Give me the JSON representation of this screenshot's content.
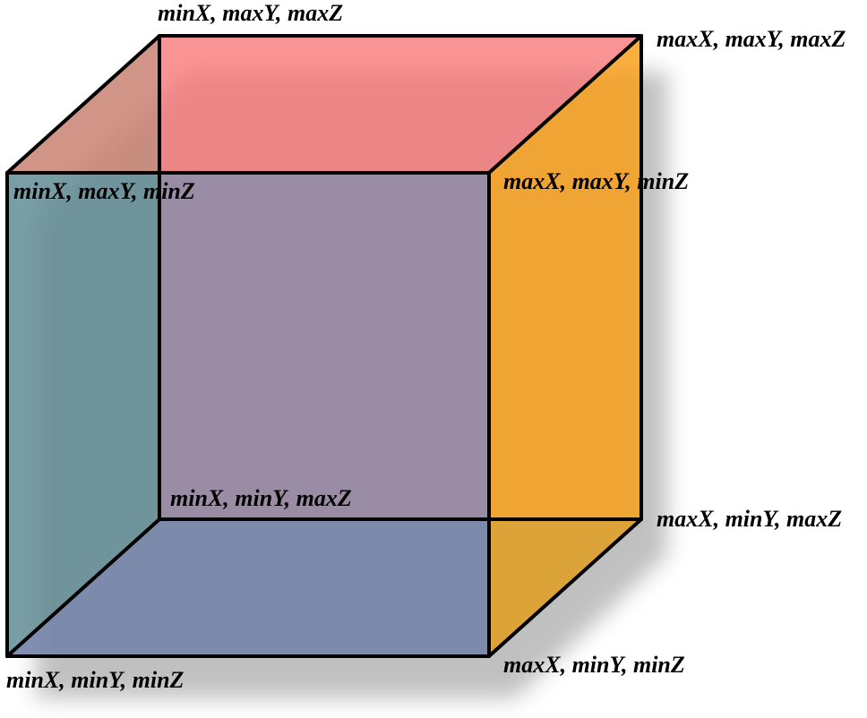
{
  "diagram": {
    "faces": {
      "top": {
        "color": "#ff6b6b",
        "opacity": 0.65
      },
      "left": {
        "color": "#1fd08a",
        "opacity": 0.6
      },
      "right": {
        "color": "#ff9c00",
        "opacity": 0.72
      },
      "back": {
        "color": "#d9a3a3",
        "opacity": 0.35
      },
      "front": {
        "color": "#7c6f98",
        "opacity": 0.6
      },
      "bottom": {
        "color": "#6fb2cc",
        "opacity": 0.82
      }
    },
    "labels": {
      "back_top_left": "minX, maxY, maxZ",
      "back_top_right": "maxX, maxY, maxZ",
      "front_top_left": "minX, maxY, minZ",
      "front_top_right": "maxX, maxY, minZ",
      "back_bottom_left": "minX, minY, maxZ",
      "back_bottom_right": "maxX, minY, maxZ",
      "front_bottom_left": "minX, minY, minZ",
      "front_bottom_right": "maxX, minY, minZ"
    }
  }
}
